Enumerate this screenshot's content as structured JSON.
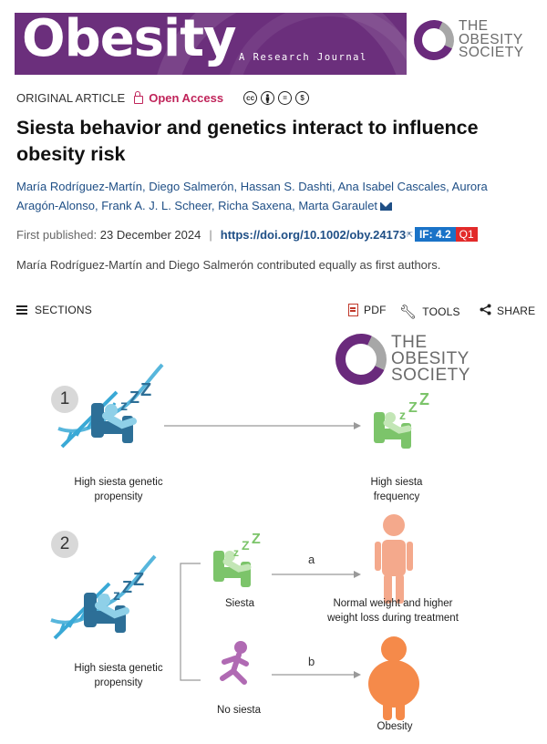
{
  "header": {
    "journal_title": "Obesity",
    "journal_subtitle": "A Research Journal",
    "society_logo": [
      "THE",
      "OBESITY",
      "SOCIETY"
    ]
  },
  "article": {
    "type": "ORIGINAL ARTICLE",
    "access": "Open Access",
    "license_icons": [
      "cc",
      "by",
      "=",
      "$"
    ],
    "title": "Siesta behavior and genetics interact to influence obesity risk",
    "authors": [
      "María Rodríguez-Martín",
      "Diego Salmerón",
      "Hassan S. Dashti",
      "Ana Isabel Cascales",
      "Aurora Aragón-Alonso",
      "Frank A. J. L. Scheer",
      "Richa Saxena",
      "Marta Garaulet"
    ],
    "published_label": "First published:",
    "published_date": "23 December 2024",
    "doi": "https://doi.org/10.1002/oby.24173",
    "impact_factor": "IF: 4.2",
    "quartile": "Q1",
    "note": "María Rodríguez-Martín and Diego Salmerón contributed equally as first authors."
  },
  "toolbar": {
    "sections": "SECTIONS",
    "pdf": "PDF",
    "tools": "TOOLS",
    "share": "SHARE"
  },
  "figure": {
    "step1": {
      "number": "1",
      "left_label": [
        "High siesta genetic",
        "propensity"
      ],
      "right_label": [
        "High siesta",
        "frequency"
      ]
    },
    "step2": {
      "number": "2",
      "left_label": [
        "High siesta genetic",
        "propensity"
      ],
      "branch_a": {
        "letter": "a",
        "label": "Siesta",
        "outcome": [
          "Normal weight and higher",
          "weight loss during treatment"
        ]
      },
      "branch_b": {
        "letter": "b",
        "label": "No siesta",
        "outcome": [
          "Obesity"
        ]
      }
    },
    "colors": {
      "purple": "#6b2f7c",
      "dna_blue": "#3aa9d6",
      "green": "#7cc46a",
      "peach": "#f4a98c",
      "orange": "#f58a4a",
      "runner": "#b06ab3",
      "chair_blue": "#2d6f97"
    }
  }
}
